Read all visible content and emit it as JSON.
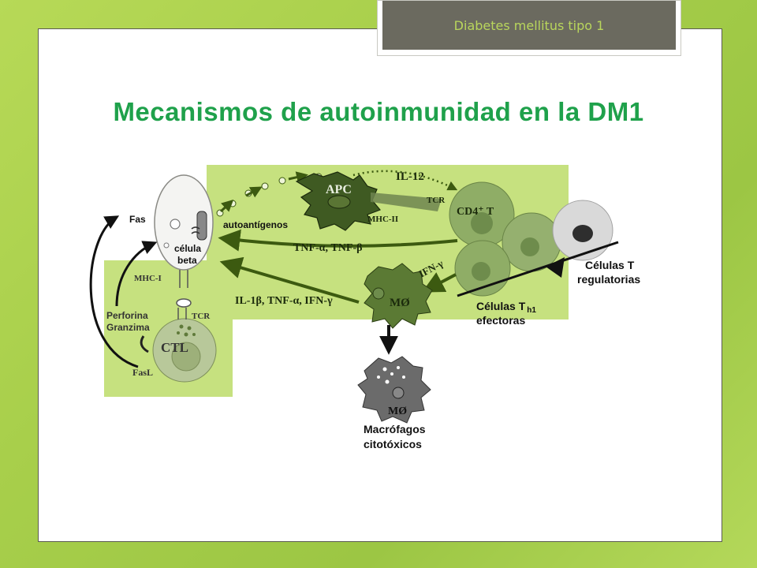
{
  "header": {
    "section_label": "Diabetes mellitus tipo 1"
  },
  "slide": {
    "title": "Mecanismos de autoinmunidad en la DM1"
  },
  "colors": {
    "highlight_box": "#c6e17f",
    "title_green": "#1fa14b",
    "arrow_dark": "#3c5a10",
    "header_tab": "#6b6a5f",
    "header_text": "#b9d65c"
  },
  "diagram": {
    "fas": "Fas",
    "celula_beta_line1": "célula",
    "celula_beta_line2": "beta",
    "autoantigenos": "autoantígenos",
    "apc": "APC",
    "il12": "IL-12",
    "tcr_top": "TCR",
    "mhc_ii": "MHC-II",
    "cd4": "CD4⁺ T",
    "tnf_alpha_beta": "TNF-α, TNF-β",
    "ifn_gamma": "IFN-γ",
    "il1_tnf_ifn": "IL-1β, TNF-α, IFN-γ",
    "mo_top": "MØ",
    "mhc_i": "MHC-I",
    "perforina": "Perforina",
    "granzima": "Granzima",
    "tcr_bottom": "TCR",
    "ctl": "CTL",
    "fasl": "FasL",
    "celulas_t_reg_line1": "Células T",
    "celulas_t_reg_line2": "regulatorias",
    "th1_line1": "Células T",
    "th1_subscript": "h1",
    "th1_line2": "efectoras",
    "mo_bottom": "MØ",
    "macrofagos_line1": "Macrófagos",
    "macrofagos_line2": "citotóxicos"
  }
}
